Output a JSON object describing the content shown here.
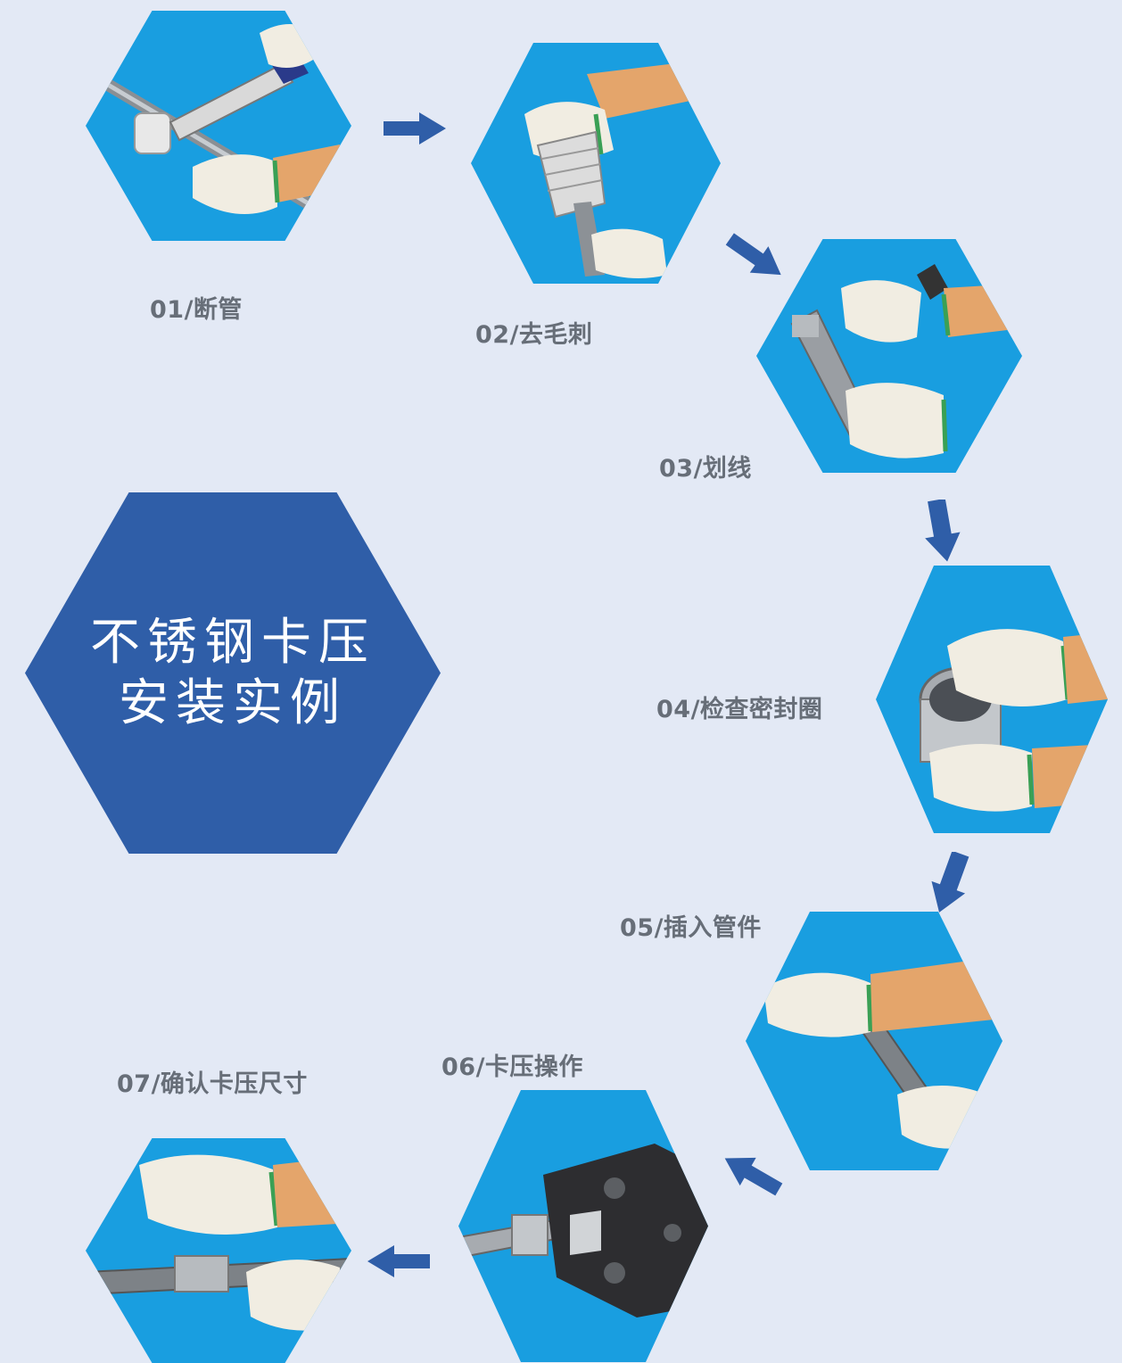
{
  "title": {
    "line1": "不锈钢卡压",
    "line2": "安装实例"
  },
  "steps": [
    {
      "label": "01/断管"
    },
    {
      "label": "02/去毛刺"
    },
    {
      "label": "03/划线"
    },
    {
      "label": "04/检查密封圈"
    },
    {
      "label": "05/插入管件"
    },
    {
      "label": "06/卡压操作"
    },
    {
      "label": "07/确认卡压尺寸"
    }
  ],
  "colors": {
    "background": "#e3e9f5",
    "photo_blue": "#199ee0",
    "title_hex": "#2f5ea8",
    "arrow": "#2f5ea8",
    "label_text": "#676e78"
  }
}
